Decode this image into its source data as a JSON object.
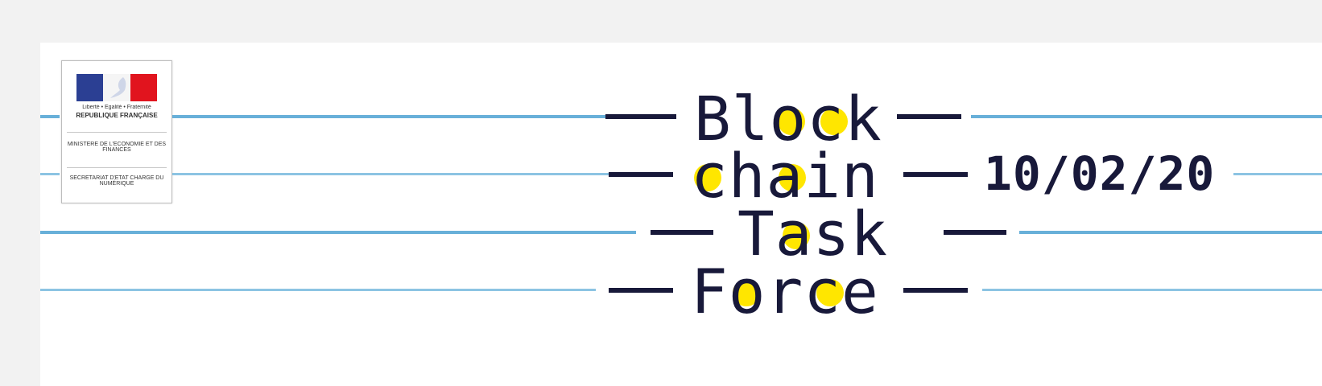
{
  "title": {
    "line1": "Block",
    "line2": "chain",
    "line3": "Task",
    "line4": "Force"
  },
  "date": "10/02/20",
  "logo": {
    "motto": "Liberté • Égalité • Fraternité",
    "country": "RÉPUBLIQUE FRANÇAISE",
    "ministry1": "MINISTÈRE DE L'ÉCONOMIE ET DES FINANCES",
    "ministry2": "SECRÉTARIAT D'ÉTAT CHARGÉ DU NUMÉRIQUE"
  },
  "colors": {
    "ink": "#18193a",
    "accent": "#ffe600",
    "rule": "#68b0d9",
    "flag_blue": "#2b3f93",
    "flag_red": "#e1141e"
  }
}
